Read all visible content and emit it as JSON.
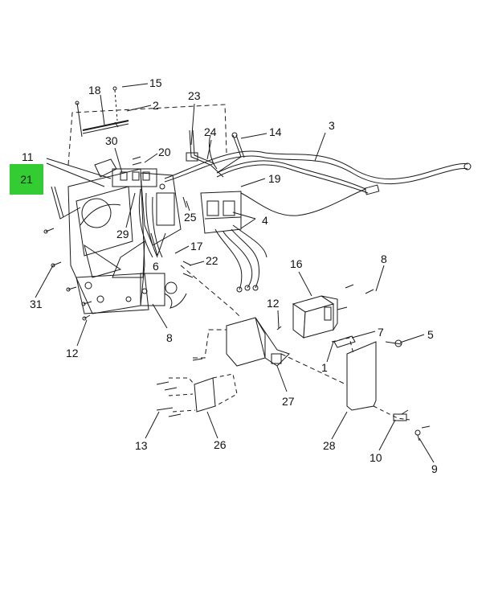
{
  "highlight": {
    "label": "21",
    "color": "#33cc33"
  },
  "callouts": [
    "15",
    "18",
    "2",
    "23",
    "14",
    "3",
    "24",
    "30",
    "20",
    "11",
    "19",
    "25",
    "4",
    "29",
    "17",
    "6",
    "22",
    "16",
    "8",
    "31",
    "12",
    "8",
    "12",
    "7",
    "5",
    "1",
    "27",
    "13",
    "26",
    "28",
    "10",
    "9"
  ],
  "footer": {
    "left": "",
    "right": ""
  }
}
